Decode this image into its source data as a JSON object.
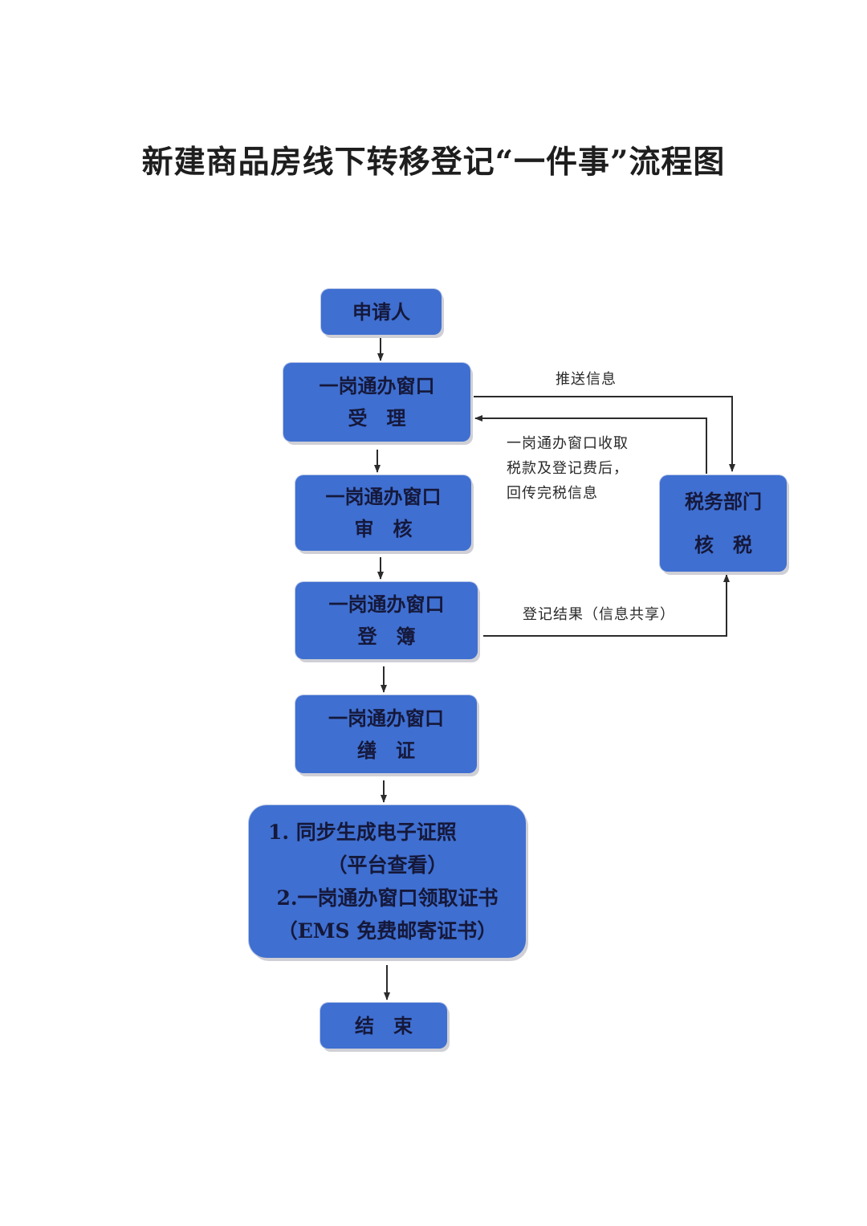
{
  "title": "新建商品房线下转移登记“一件事”流程图",
  "colors": {
    "box_fill": "#3f6fd0",
    "box_text": "#15183a",
    "line": "#2b2b2b"
  },
  "nodes": {
    "applicant": {
      "label": "申请人"
    },
    "accept": {
      "line1": "一岗通办窗口",
      "line2": "受　理"
    },
    "review": {
      "line1": "一岗通办窗口",
      "line2": "审　核"
    },
    "register": {
      "line1": "一岗通办窗口",
      "line2": "登　簿"
    },
    "certify": {
      "line1": "一岗通办窗口",
      "line2": "缮　证"
    },
    "tax": {
      "line1": "税务部门",
      "line2": "核　税"
    },
    "result": {
      "line1": "1. 同步生成电子证照",
      "line2": "（平台查看）",
      "line3": "2.一岗通办窗口领取证书",
      "line4": "（EMS 免费邮寄证书）"
    },
    "end": {
      "label": "结　束"
    }
  },
  "edge_labels": {
    "push_info": "推送信息",
    "tax_return_line1": "一岗通办窗口收取",
    "tax_return_line2": "税款及登记费后，",
    "tax_return_line3": "回传完税信息",
    "register_result": "登记结果（信息共享）"
  }
}
